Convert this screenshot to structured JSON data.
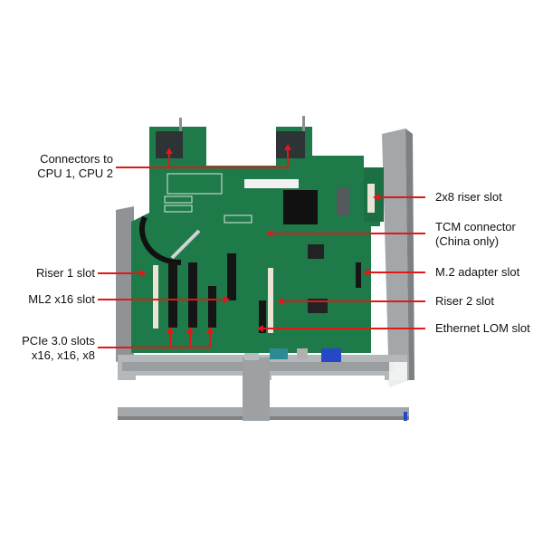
{
  "figure": {
    "subject": "System I/O board with chassis tray",
    "colors": {
      "background": "#ffffff",
      "pcb": "#1f7a4a",
      "pcb_dark": "#17603a",
      "callout_line": "#e01818",
      "chassis": "#a8abad",
      "chassis_dark": "#85898b",
      "slot_black": "#151515",
      "slot_white": "#e9e4d6",
      "heatsink": "#111111",
      "vga_blue": "#2547c8",
      "serial_teal": "#2b8a94"
    }
  },
  "callouts": {
    "left": [
      {
        "id": "cpu-connectors",
        "lines": [
          "Connectors to",
          "CPU 1, CPU 2"
        ]
      },
      {
        "id": "riser1",
        "lines": [
          "Riser 1 slot"
        ]
      },
      {
        "id": "ml2",
        "lines": [
          "ML2 x16 slot"
        ]
      },
      {
        "id": "pcie",
        "lines": [
          "PCIe 3.0 slots",
          "x16, x16, x8"
        ]
      }
    ],
    "right": [
      {
        "id": "riser-2x8",
        "lines": [
          "2x8 riser slot"
        ]
      },
      {
        "id": "tcm",
        "lines": [
          "TCM connector",
          "(China only)"
        ]
      },
      {
        "id": "m2",
        "lines": [
          "M.2 adapter slot"
        ]
      },
      {
        "id": "riser2",
        "lines": [
          "Riser 2 slot"
        ]
      },
      {
        "id": "lom",
        "lines": [
          "Ethernet LOM slot"
        ]
      }
    ]
  }
}
